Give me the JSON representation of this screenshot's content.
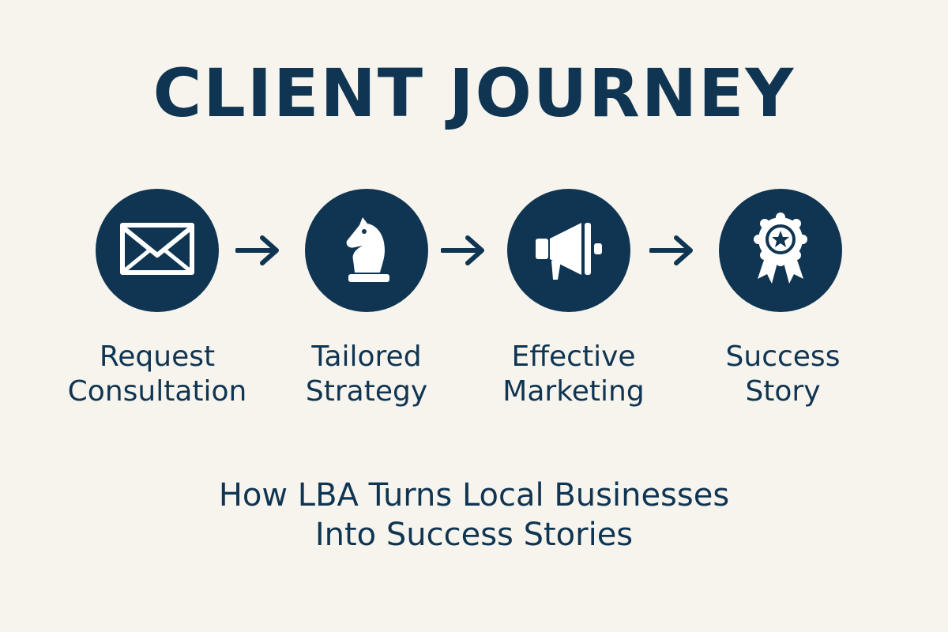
{
  "title": "CLIENT JOURNEY",
  "colors": {
    "background": "#f7f4ee",
    "primary": "#0f3552",
    "icon": "#ffffff"
  },
  "steps": [
    {
      "icon": "envelope-icon",
      "label_line1": "Request",
      "label_line2": "Consultation"
    },
    {
      "icon": "chess-knight-icon",
      "label_line1": "Tailored",
      "label_line2": "Strategy"
    },
    {
      "icon": "megaphone-icon",
      "label_line1": "Effective",
      "label_line2": "Marketing"
    },
    {
      "icon": "award-ribbon-icon",
      "label_line1": "Success",
      "label_line2": "Story"
    }
  ],
  "subtitle": {
    "line1": "How LBA Turns Local Businesses",
    "line2": "Into Success Stories"
  }
}
